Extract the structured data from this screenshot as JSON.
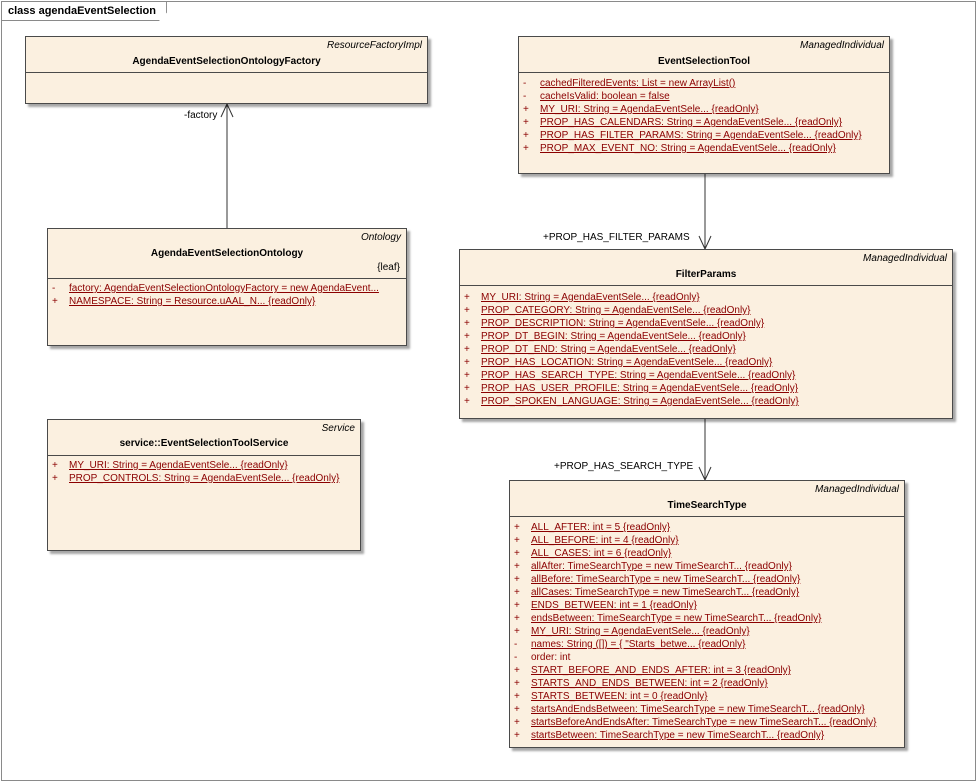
{
  "frame": {
    "title": "class agendaEventSelection"
  },
  "classes": {
    "factory": {
      "stereotype": "ResourceFactoryImpl",
      "name": "AgendaEventSelectionOntologyFactory",
      "attributes": []
    },
    "ontology": {
      "stereotype": "Ontology",
      "name": "AgendaEventSelectionOntology",
      "tag": "{leaf}",
      "attributes": [
        {
          "vis": "-",
          "text": "factory:  AgendaEventSelectionOntologyFactory = new AgendaEvent..."
        },
        {
          "vis": "+",
          "text": "NAMESPACE:  String = Resource.uAAL_N... {readOnly}"
        }
      ]
    },
    "service": {
      "stereotype": "Service",
      "name": "service::EventSelectionToolService",
      "attributes": [
        {
          "vis": "+",
          "text": "MY_URI:  String = AgendaEventSele... {readOnly}"
        },
        {
          "vis": "+",
          "text": "PROP_CONTROLS:  String = AgendaEventSele... {readOnly}"
        }
      ]
    },
    "tool": {
      "stereotype": "ManagedIndividual",
      "name": "EventSelectionTool",
      "attributes": [
        {
          "vis": "-",
          "text": "cachedFilteredEvents:  List = new ArrayList()"
        },
        {
          "vis": "-",
          "text": "cacheIsValid:  boolean = false"
        },
        {
          "vis": "+",
          "text": "MY_URI:  String = AgendaEventSele... {readOnly}"
        },
        {
          "vis": "+",
          "text": "PROP_HAS_CALENDARS:  String = AgendaEventSele... {readOnly}"
        },
        {
          "vis": "+",
          "text": "PROP_HAS_FILTER_PARAMS:  String = AgendaEventSele... {readOnly}"
        },
        {
          "vis": "+",
          "text": "PROP_MAX_EVENT_NO:  String = AgendaEventSele... {readOnly}"
        }
      ]
    },
    "filter": {
      "stereotype": "ManagedIndividual",
      "name": "FilterParams",
      "attributes": [
        {
          "vis": "+",
          "text": "MY_URI:  String = AgendaEventSele... {readOnly}"
        },
        {
          "vis": "+",
          "text": "PROP_CATEGORY:  String = AgendaEventSele... {readOnly}"
        },
        {
          "vis": "+",
          "text": "PROP_DESCRIPTION:  String = AgendaEventSele... {readOnly}"
        },
        {
          "vis": "+",
          "text": "PROP_DT_BEGIN:  String = AgendaEventSele... {readOnly}"
        },
        {
          "vis": "+",
          "text": "PROP_DT_END:  String = AgendaEventSele... {readOnly}"
        },
        {
          "vis": "+",
          "text": "PROP_HAS_LOCATION:  String = AgendaEventSele... {readOnly}"
        },
        {
          "vis": "+",
          "text": "PROP_HAS_SEARCH_TYPE:  String = AgendaEventSele... {readOnly}"
        },
        {
          "vis": "+",
          "text": "PROP_HAS_USER_PROFILE:  String = AgendaEventSele... {readOnly}"
        },
        {
          "vis": "+",
          "text": "PROP_SPOKEN_LANGUAGE:  String = AgendaEventSele... {readOnly}"
        }
      ]
    },
    "timesearch": {
      "stereotype": "ManagedIndividual",
      "name": "TimeSearchType",
      "attributes": [
        {
          "vis": "+",
          "text": "ALL_AFTER:  int = 5 {readOnly}"
        },
        {
          "vis": "+",
          "text": "ALL_BEFORE:  int = 4 {readOnly}"
        },
        {
          "vis": "+",
          "text": "ALL_CASES:  int = 6 {readOnly}"
        },
        {
          "vis": "+",
          "text": "allAfter:  TimeSearchType = new TimeSearchT... {readOnly}"
        },
        {
          "vis": "+",
          "text": "allBefore:  TimeSearchType = new TimeSearchT... {readOnly}"
        },
        {
          "vis": "+",
          "text": "allCases:  TimeSearchType = new TimeSearchT... {readOnly}"
        },
        {
          "vis": "+",
          "text": "ENDS_BETWEEN:  int = 1 {readOnly}"
        },
        {
          "vis": "+",
          "text": "endsBetween:  TimeSearchType = new TimeSearchT... {readOnly}"
        },
        {
          "vis": "+",
          "text": "MY_URI:  String = AgendaEventSele... {readOnly}"
        },
        {
          "vis": "-",
          "text": "names:  String ([]) = { \"Starts_betwe... {readOnly}"
        },
        {
          "vis": "-",
          "text": "order:  int",
          "plain": true
        },
        {
          "vis": "+",
          "text": "START_BEFORE_AND_ENDS_AFTER:  int = 3 {readOnly}"
        },
        {
          "vis": "+",
          "text": "STARTS_AND_ENDS_BETWEEN:  int = 2 {readOnly}"
        },
        {
          "vis": "+",
          "text": "STARTS_BETWEEN:  int = 0 {readOnly}"
        },
        {
          "vis": "+",
          "text": "startsAndEndsBetween:  TimeSearchType = new TimeSearchT... {readOnly}"
        },
        {
          "vis": "+",
          "text": "startsBeforeAndEndsAfter:  TimeSearchType = new TimeSearchT... {readOnly}"
        },
        {
          "vis": "+",
          "text": "startsBetween:  TimeSearchType = new TimeSearchT... {readOnly}"
        }
      ]
    }
  },
  "roles": {
    "factory": "-factory",
    "filter_params": "+PROP_HAS_FILTER_PARAMS",
    "search_type": "+PROP_HAS_SEARCH_TYPE"
  }
}
